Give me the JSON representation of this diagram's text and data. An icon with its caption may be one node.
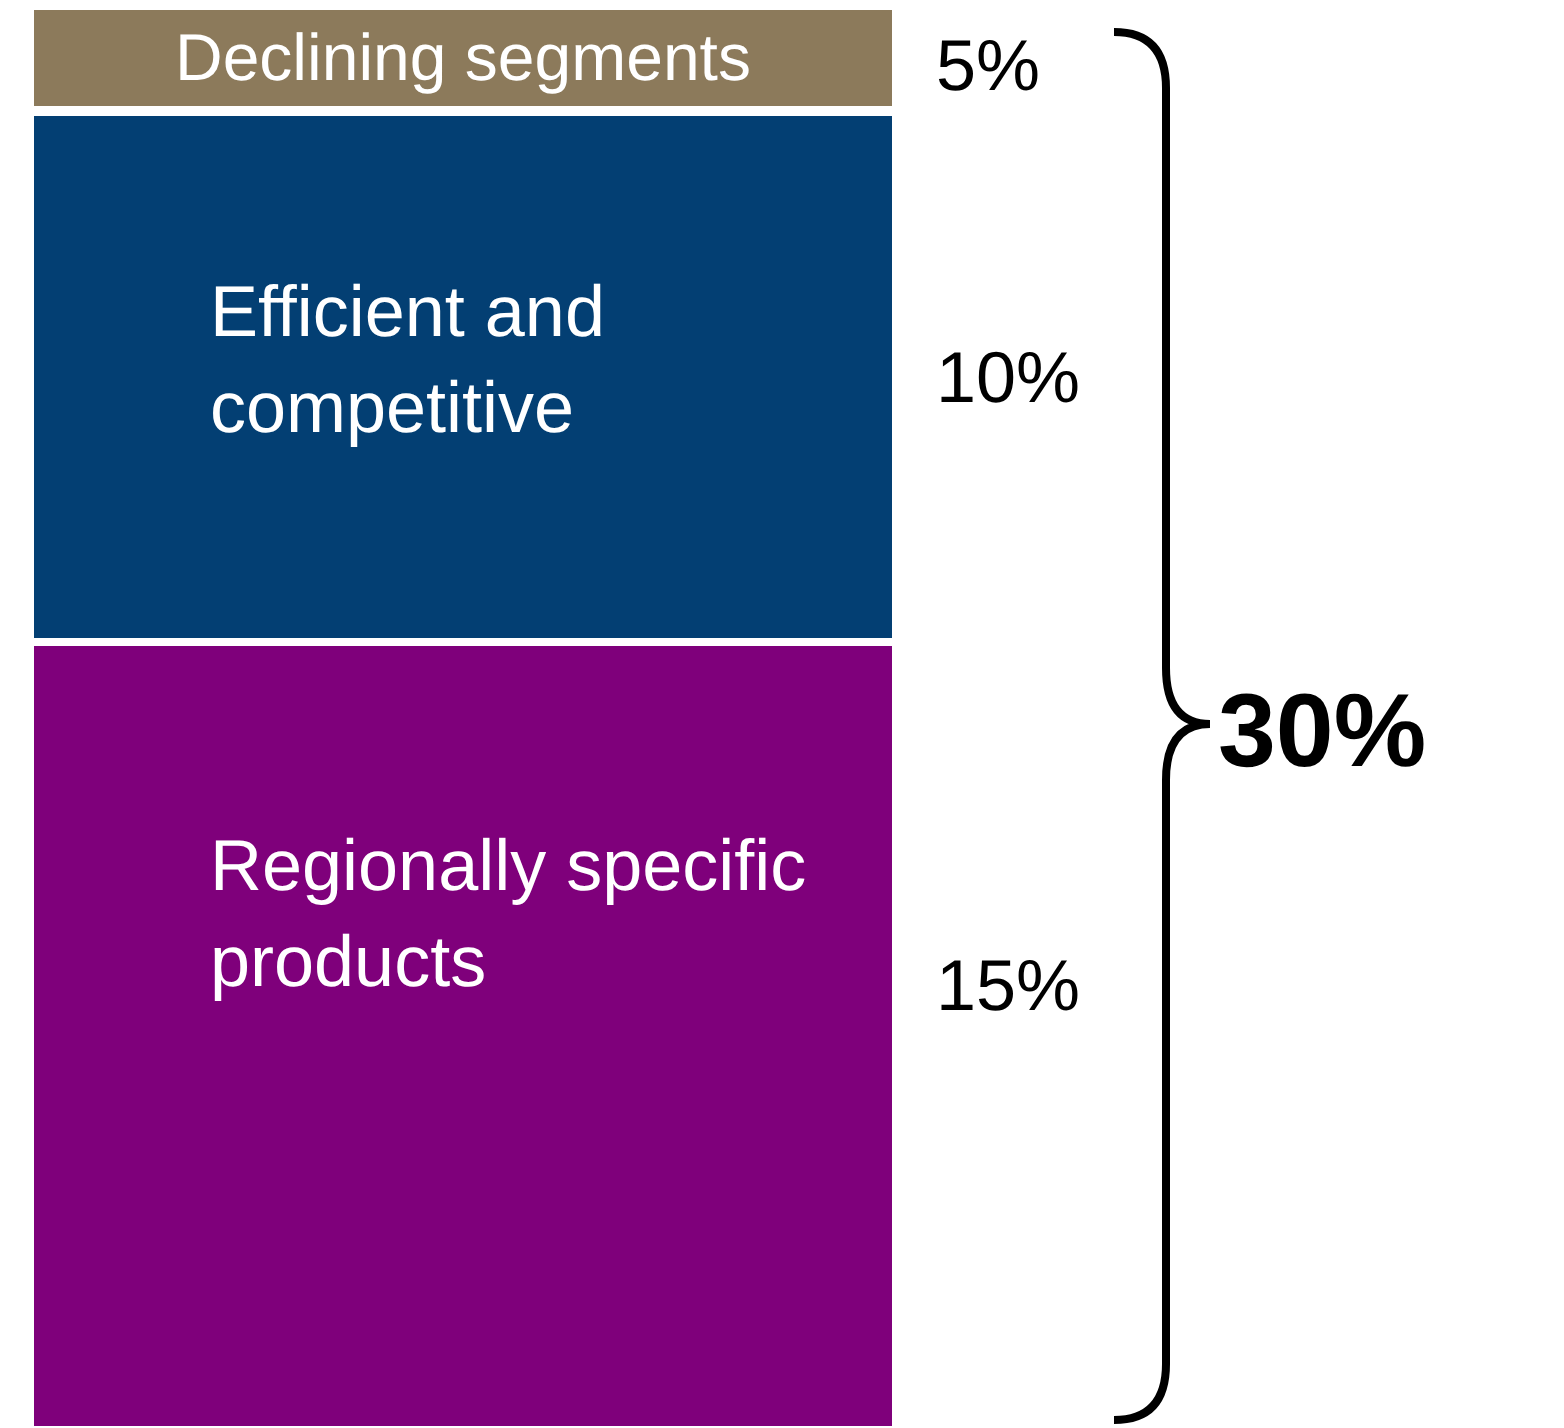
{
  "diagram": {
    "nodes": [
      {
        "text": [
          "Declining segments"
        ],
        "beside": [
          "5%"
        ]
      },
      {
        "text": [
          "Efficient and competitive"
        ],
        "beside": [
          "10%"
        ]
      },
      {
        "text": [
          "Regionally specific products"
        ],
        "beside": [
          "15%"
        ]
      }
    ],
    "labels": [
      "30%"
    ]
  }
}
